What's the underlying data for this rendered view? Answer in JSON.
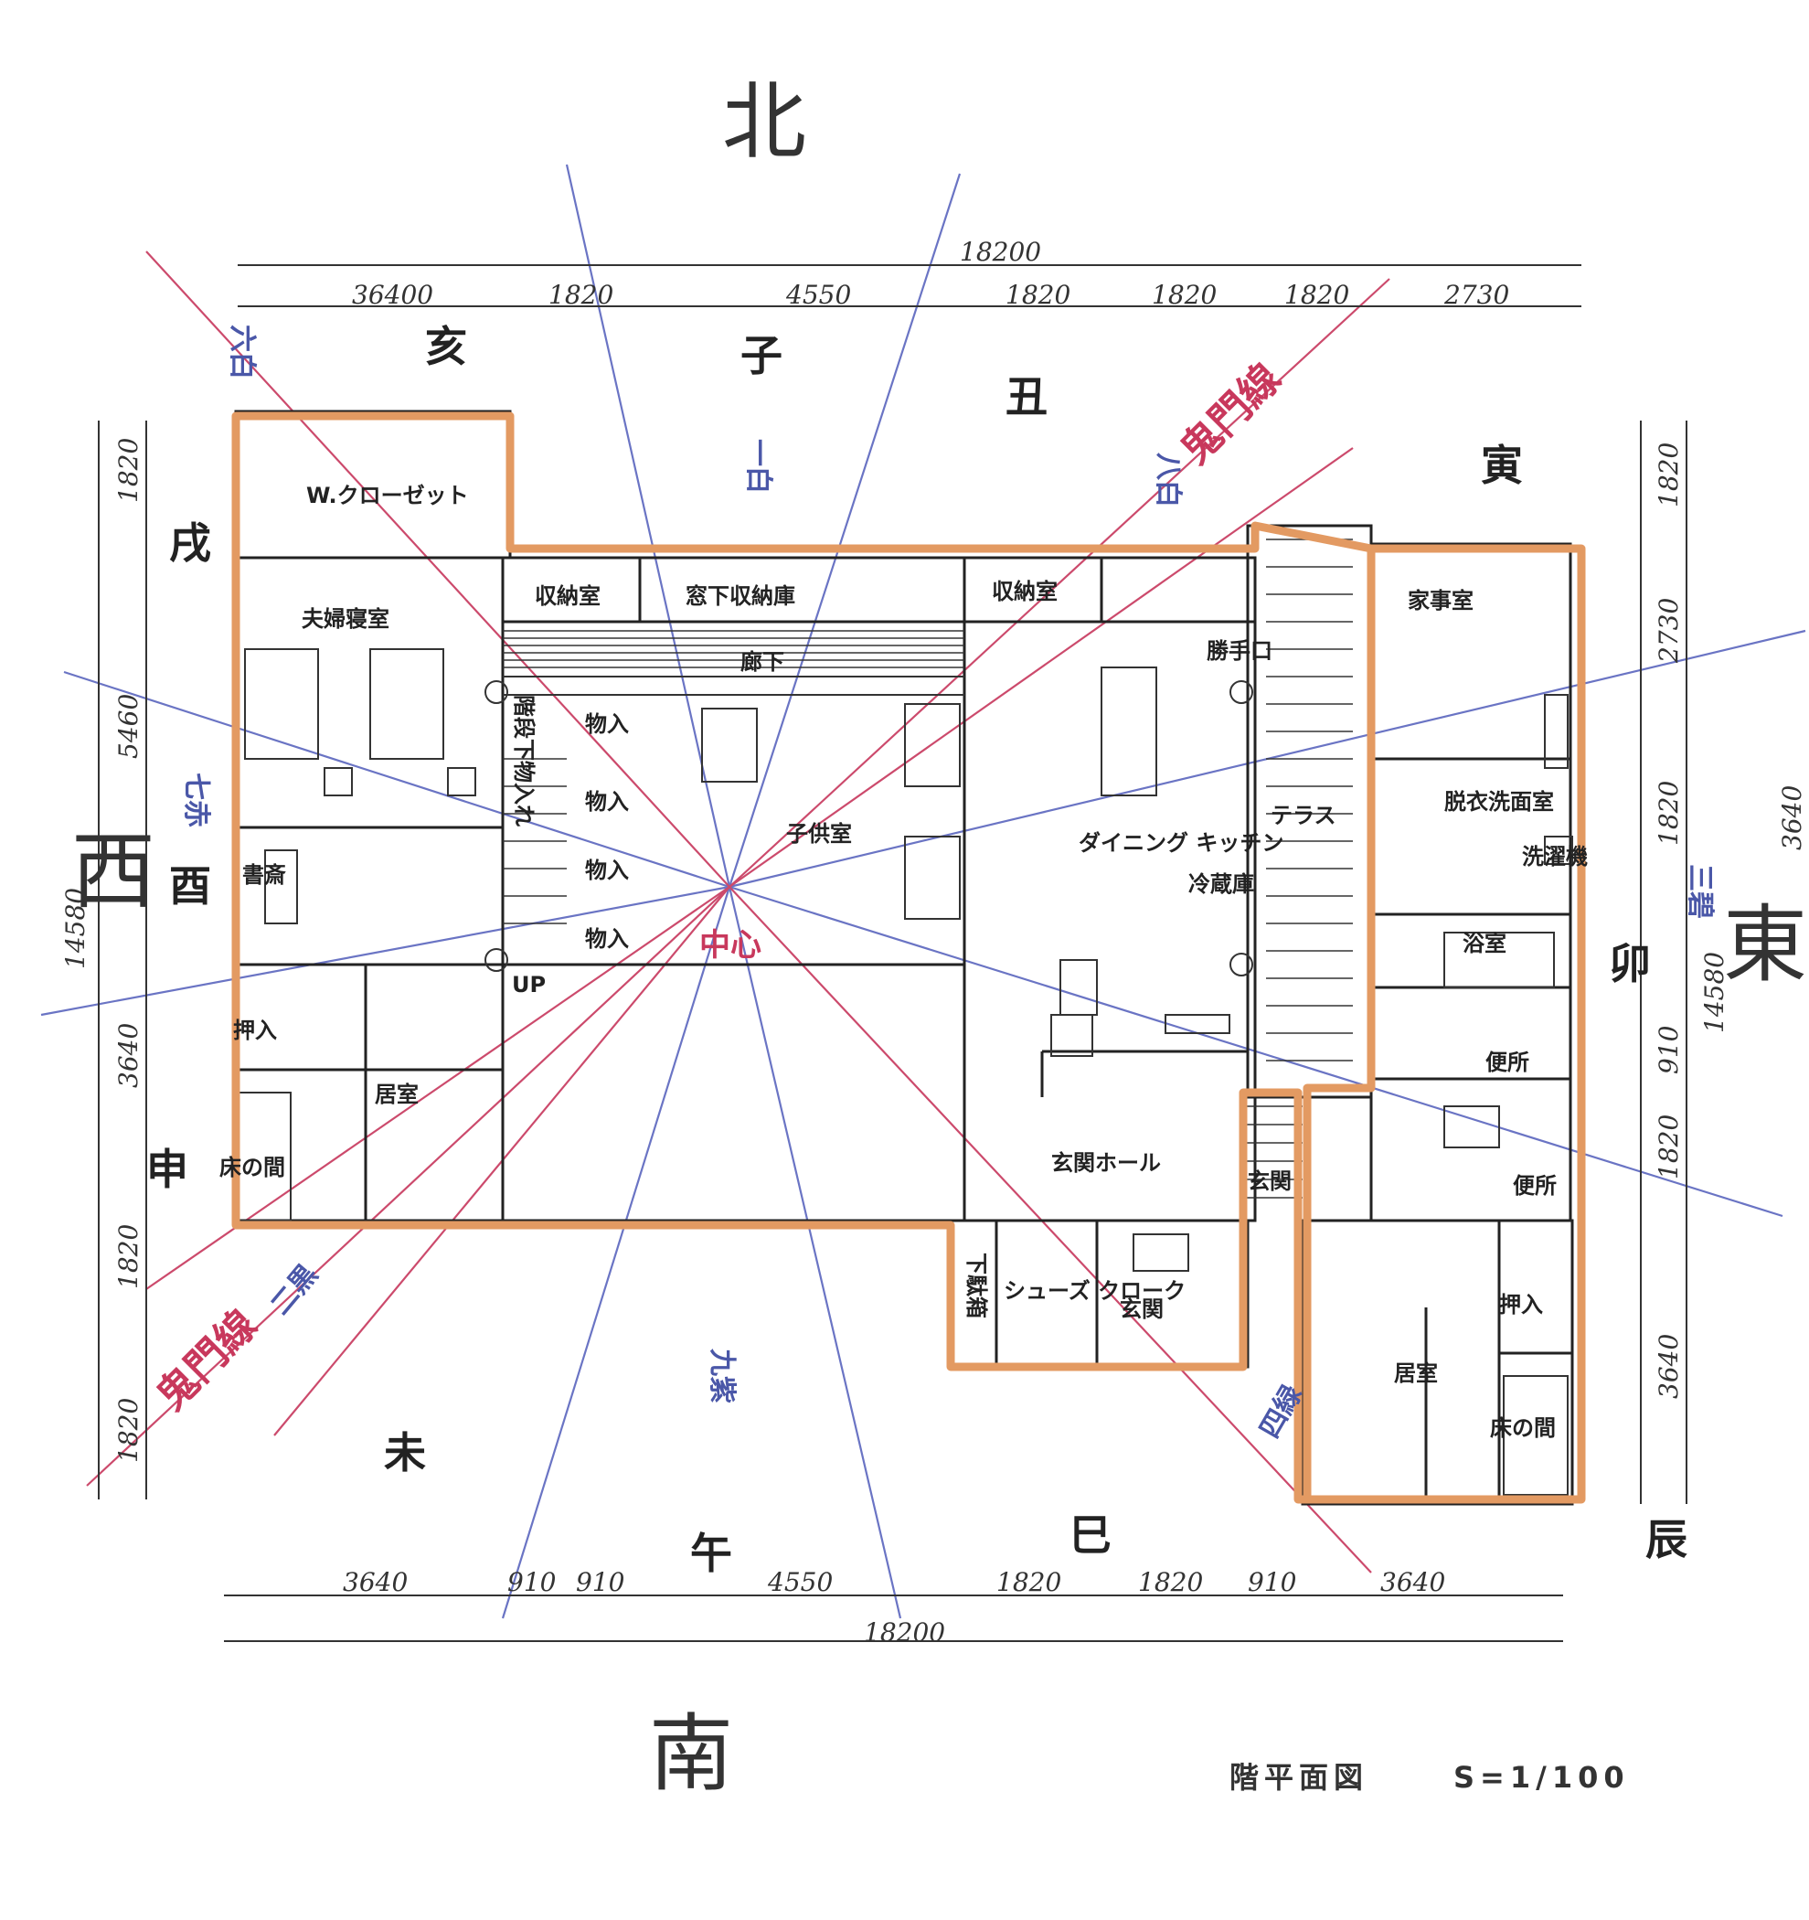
{
  "compass": {
    "north": "北",
    "south": "南",
    "east": "東",
    "west": "西"
  },
  "zodiac": {
    "ne": "亥",
    "n": "子",
    "nn_e": "丑",
    "ne2": "寅",
    "e": "卯",
    "se": "辰",
    "s_se": "巳",
    "s": "午",
    "s_sw": "未",
    "sw": "申",
    "w": "酉",
    "nw": "戌"
  },
  "stars": {
    "n": "一白",
    "ne": "八白",
    "e": "三碧",
    "se": "四緑",
    "s": "九紫",
    "sw": "二黒",
    "w": "七赤",
    "nw": "六白"
  },
  "kimon": {
    "ne": "鬼門線",
    "sw": "鬼門線"
  },
  "center": "中心",
  "rooms": {
    "w_closet": "W.クローゼット",
    "storage1": "収納室",
    "window_storage": "窓下収納庫",
    "storage2": "収納室",
    "hallway": "廊下",
    "master_bed": "夫婦寝室",
    "stairs": "階段下物入れ",
    "closet1": "物入",
    "closet2": "物入",
    "closet3": "物入",
    "closet4": "物入",
    "kids": "子供室",
    "study": "書斎",
    "up": "UP",
    "oshiire1": "押入",
    "living1": "居室",
    "tokonoma1": "床の間",
    "service_door": "勝手口",
    "dining": "ダイニング キッチン",
    "fridge": "冷蔵庫",
    "terrace": "テラス",
    "hall": "玄関ホール",
    "entrance_step": "玄関",
    "shoe_box": "下駄箱",
    "shoe_closet": "シューズ クローク",
    "genkan": "玄関",
    "housework": "家事室",
    "changing": "脱衣洗面室",
    "laundry": "洗濯機",
    "bath": "浴室",
    "toilet1": "便所",
    "toilet2": "便所",
    "oshiire2": "押入",
    "living2": "居室",
    "tokonoma2": "床の間"
  },
  "dimensions": {
    "top_total": "18200",
    "top": [
      "36400",
      "1820",
      "4550",
      "1820",
      "1820",
      "1820",
      "2730"
    ],
    "bottom": [
      "3640",
      "910",
      "910",
      "4550",
      "1820",
      "1820",
      "910",
      "3640"
    ],
    "bottom_total": "18200",
    "left_total": "14580",
    "left": [
      "1820",
      "5460",
      "3640",
      "1820",
      "1820"
    ],
    "right": [
      "1820",
      "2730",
      "1820",
      "910",
      "1820",
      "3640"
    ],
    "right_total": "14580",
    "right_outer": "3640"
  },
  "title": "階平面図",
  "scale": "S=1/100"
}
